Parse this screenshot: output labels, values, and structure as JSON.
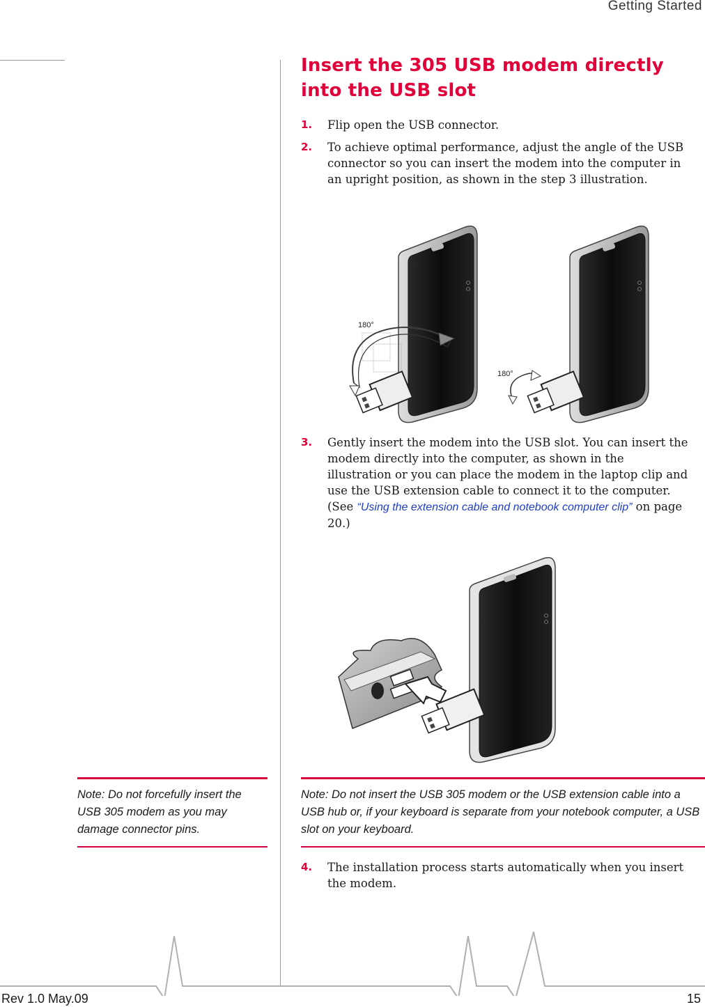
{
  "header": {
    "title": "Getting Started"
  },
  "section": {
    "heading": "Insert the 305 USB modem directly into the USB slot"
  },
  "steps": [
    {
      "num": "1.",
      "text": "Flip open the USB connector."
    },
    {
      "num": "2.",
      "text": "To achieve optimal performance, adjust the angle of the USB connector so you can insert the modem into the computer in an upright position, as shown in the step 3 illustration."
    },
    {
      "num": "3.",
      "text_before": "Gently insert the modem into the USB slot. You can insert the modem directly into the computer, as shown in the illustration or you can place the modem in the laptop clip and use the USB extension cable to connect it to the computer. (See ",
      "link": "“Using the extension cable and notebook computer clip”",
      "text_after": " on page 20.)"
    },
    {
      "num": "4.",
      "text": "The installation process starts automatically when you insert the modem."
    }
  ],
  "illustration1": {
    "angle_label_left": "180°",
    "angle_label_right": "180°"
  },
  "notes": {
    "left": "Note:  Do not forcefully insert the USB 305 modem as you may damage connector pins.",
    "right": "Note:  Do not insert the USB 305 modem or the USB extension cable into a USB hub or, if your keyboard is separate from your notebook computer, a USB slot on your keyboard."
  },
  "footer": {
    "revision": "Rev 1.0  May.09",
    "page": "15"
  },
  "colors": {
    "accent": "#e0003a",
    "link": "#1f3fc4",
    "rule": "#999999"
  }
}
